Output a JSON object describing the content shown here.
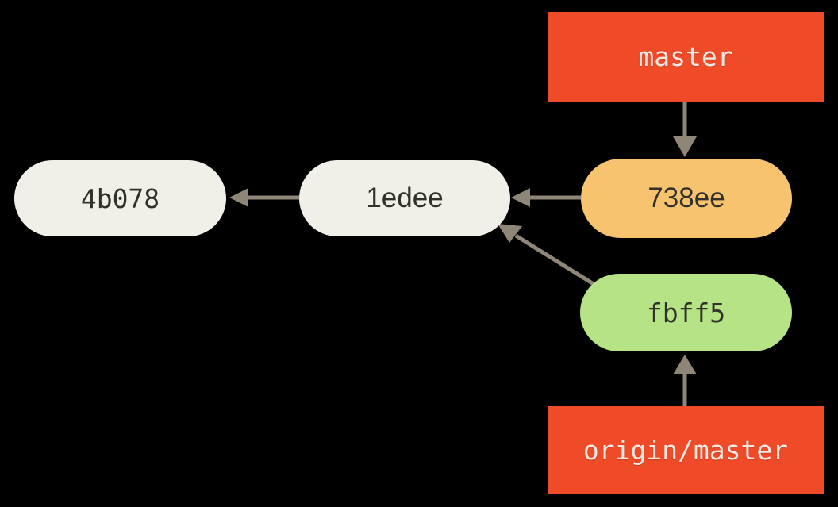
{
  "diagram_title": "git commit graph with local master ahead of origin/master",
  "colors": {
    "background": "#000000",
    "branch_label_bg": "#EF4B28",
    "branch_label_text": "#EDE9E2",
    "commit_default_bg": "#F0EFE8",
    "commit_head_bg": "#F7C36F",
    "commit_remote_bg": "#B6E386",
    "commit_text": "#31312C",
    "arrow": "#8F8678"
  },
  "branch_labels": {
    "master": {
      "text": "master",
      "points_to": "738ee"
    },
    "origin_master": {
      "text": "origin/master",
      "points_to": "fbff5"
    }
  },
  "commits": {
    "c4b078": {
      "id": "4b078"
    },
    "c1edee": {
      "id": "1edee",
      "parent": "4b078"
    },
    "c738ee": {
      "id": "738ee",
      "parent": "1edee"
    },
    "cfbff5": {
      "id": "fbff5",
      "parent": "1edee"
    }
  }
}
